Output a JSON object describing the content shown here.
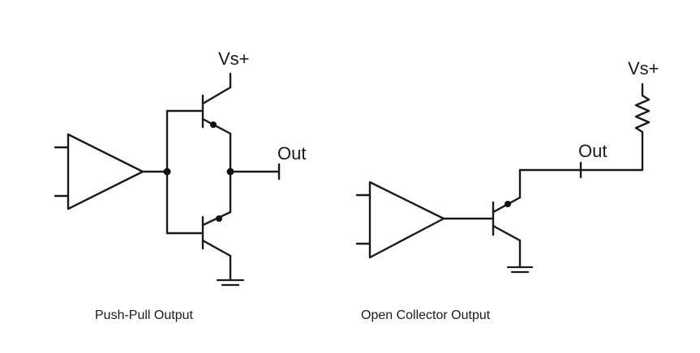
{
  "push_pull": {
    "supply_label": "Vs+",
    "output_label": "Out",
    "caption": "Push-Pull Output"
  },
  "open_collector": {
    "supply_label": "Vs+",
    "output_label": "Out",
    "caption": "Open Collector Output"
  }
}
